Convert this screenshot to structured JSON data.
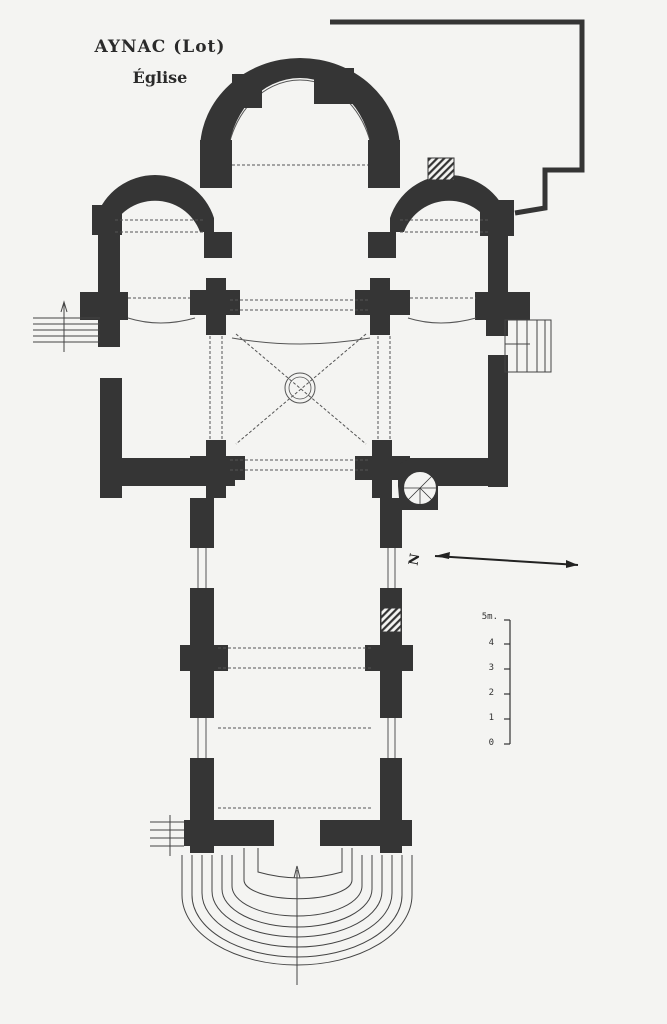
{
  "header": {
    "title": "AYNAC (Lot)",
    "subtitle": "Église"
  },
  "compass": {
    "label": "N"
  },
  "scale_bar": {
    "unit_label": "5m.",
    "ticks": [
      "4",
      "3",
      "2",
      "1",
      "0"
    ]
  },
  "colors": {
    "ink": "#353535",
    "paper": "#f4f4f2",
    "line": "#555555"
  }
}
